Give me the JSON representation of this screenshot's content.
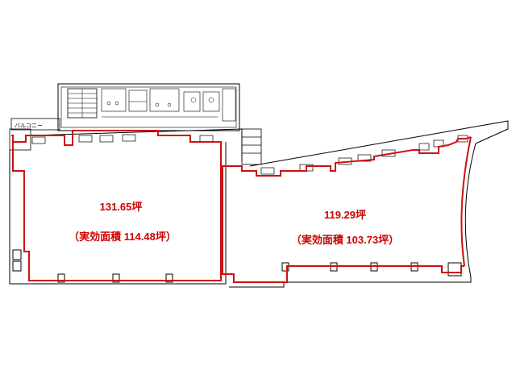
{
  "balcony_label": "バルコニー",
  "left_area": {
    "area": "131.65坪",
    "effective": "（実効面積 114.48坪）"
  },
  "right_area": {
    "area": "119.29坪",
    "effective": "（実効面積 103.73坪）"
  },
  "colors": {
    "outline": "#cc1111",
    "walls": "#000000",
    "background": "#ffffff"
  }
}
